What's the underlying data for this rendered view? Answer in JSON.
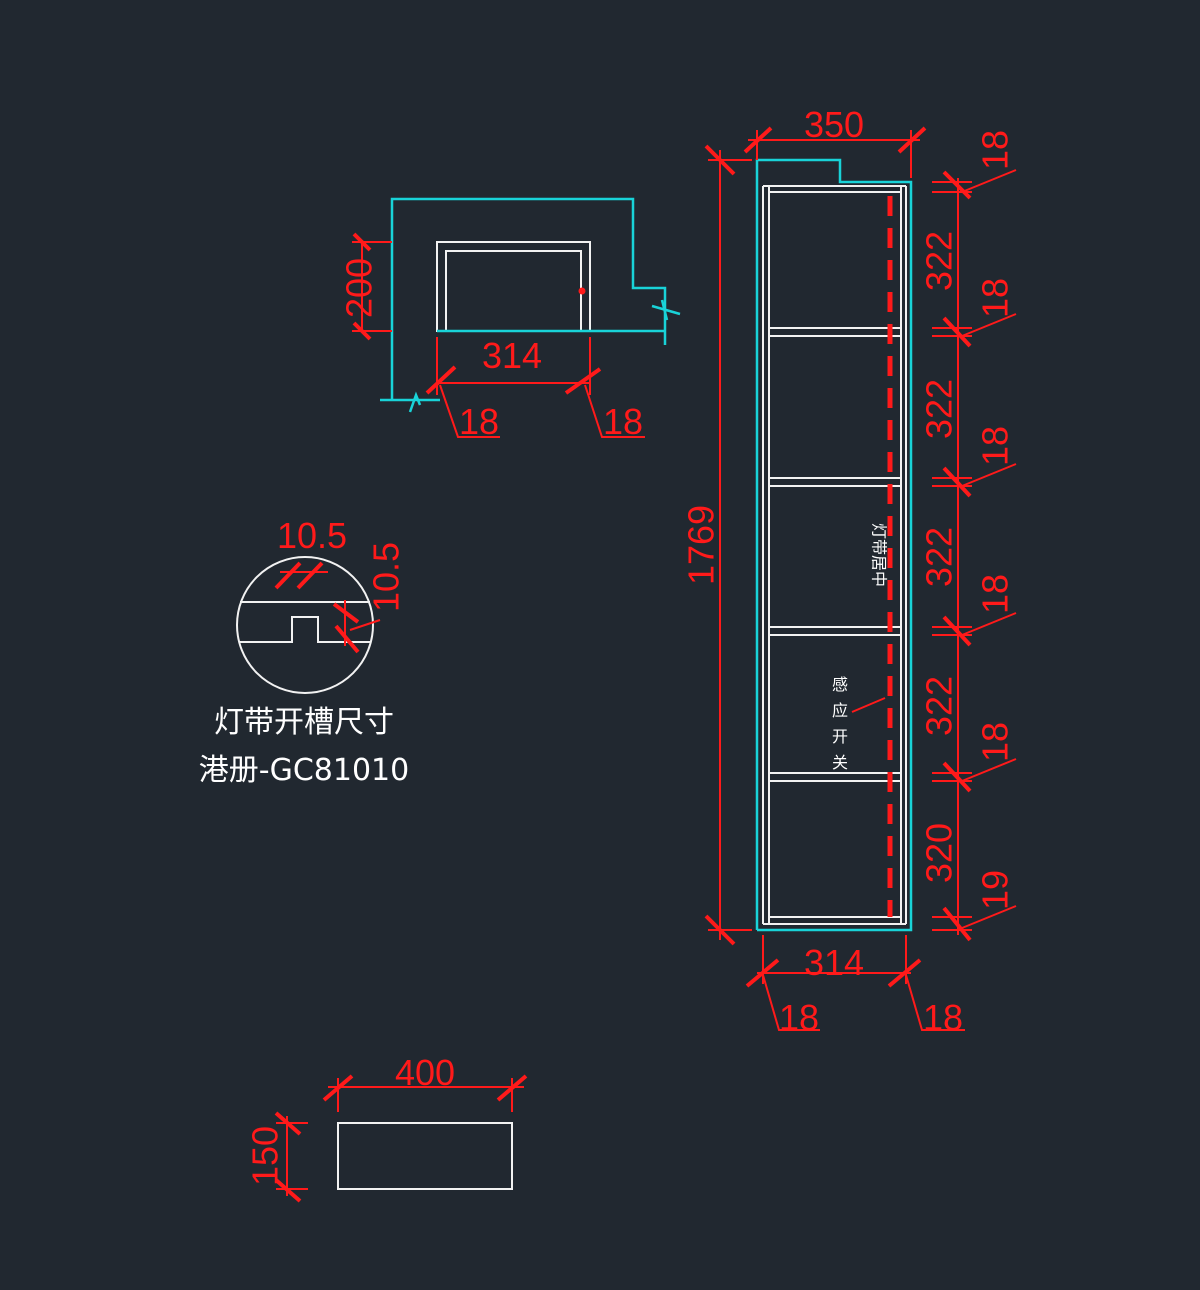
{
  "top_view": {
    "depth_dim": "200",
    "inner_width_dim": "314",
    "left_board_dim": "18",
    "right_board_dim": "18"
  },
  "detail": {
    "groove_width_dim": "10.5",
    "groove_depth_dim": "10.5",
    "caption_line1": "灯带开槽尺寸",
    "caption_line2": "港册-GC81010"
  },
  "base_view": {
    "width_dim": "400",
    "height_dim": "150"
  },
  "elevation": {
    "overall_width_dim": "350",
    "overall_height_dim": "1769",
    "inner_width_dim": "314",
    "left_side_dim": "18",
    "right_side_dim": "18",
    "top_board_dim": "18",
    "shelf_spacings": [
      "322",
      "322",
      "322",
      "322",
      "320"
    ],
    "shelf_boards": [
      "18",
      "18",
      "18",
      "18"
    ],
    "bottom_board_dim": "19",
    "label_led_middle": "灯带居中",
    "label_sensor_chars": [
      "感",
      "应",
      "开",
      "关"
    ]
  }
}
